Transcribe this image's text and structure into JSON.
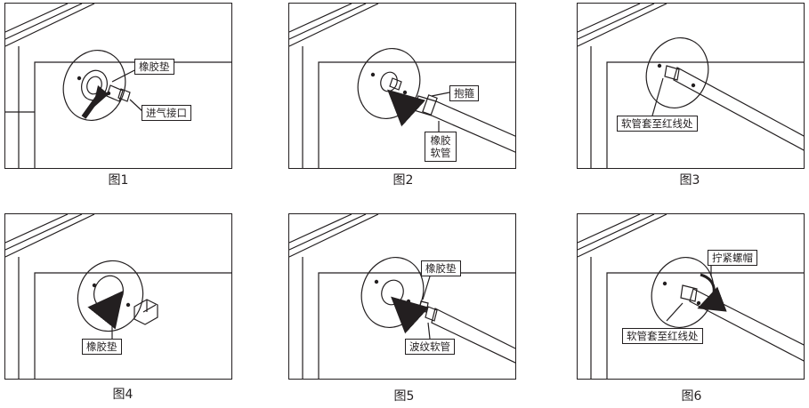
{
  "figures": [
    {
      "caption": "图1",
      "labels": {
        "gasket": "橡胶垫",
        "inlet": "进气接口"
      }
    },
    {
      "caption": "图2",
      "labels": {
        "clamp": "抱箍",
        "rubber_hose": "橡胶软管"
      }
    },
    {
      "caption": "图3",
      "labels": {
        "hose_to_red_line": "软管套至红线处"
      }
    },
    {
      "caption": "图4",
      "labels": {
        "gasket": "橡胶垫"
      }
    },
    {
      "caption": "图5",
      "labels": {
        "gasket": "橡胶垫",
        "corrugated_hose": "波纹软管"
      }
    },
    {
      "caption": "图6",
      "labels": {
        "tighten_nut": "拧紧螺帽",
        "hose_to_red_line": "软管套至红线处"
      }
    }
  ],
  "colors": {
    "line": "#231f20",
    "background": "#ffffff"
  }
}
